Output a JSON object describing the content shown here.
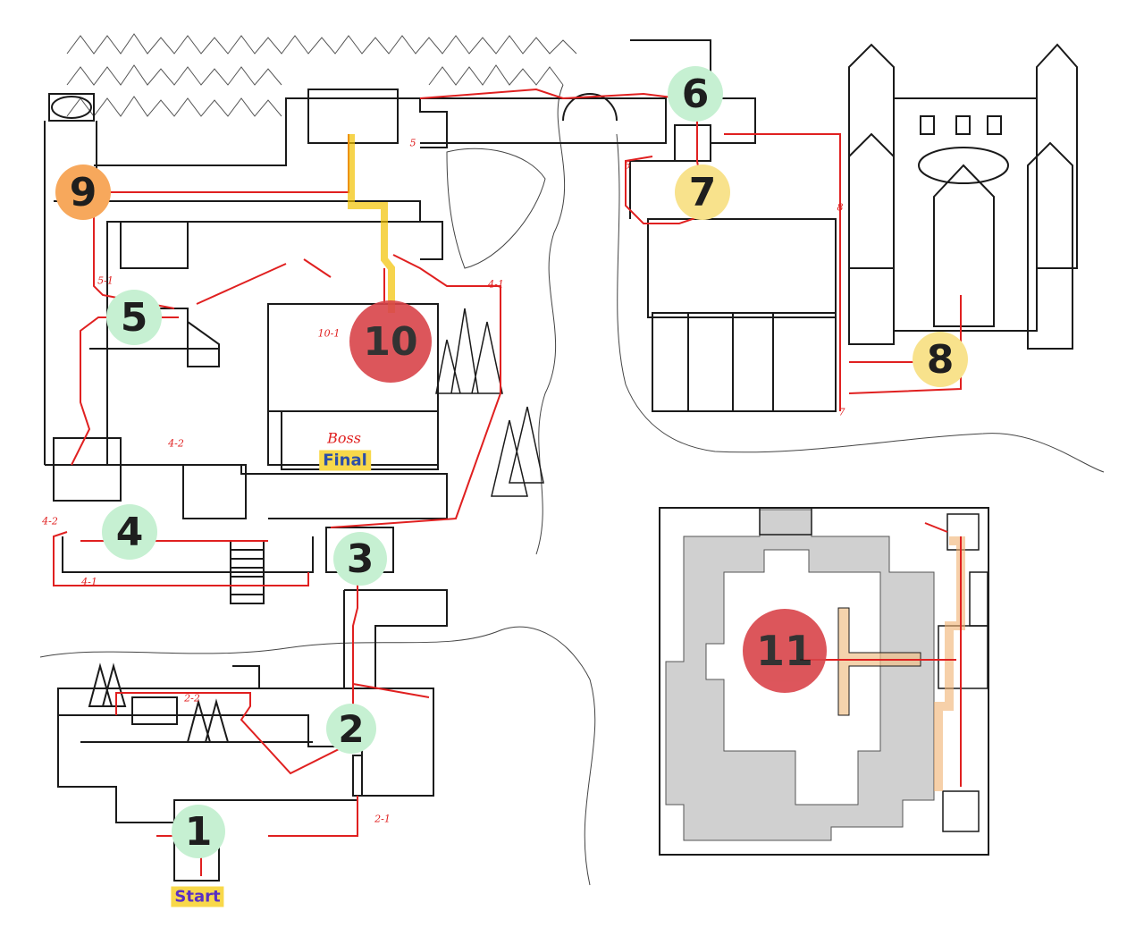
{
  "colors": {
    "ink": "#1a1a1a",
    "route": "#e02020",
    "highlight": "#f2c200",
    "green_marker": "#c6f0d2",
    "yellow_marker": "#f8e28c",
    "orange_marker": "#f7a85c",
    "red_marker": "#d9444a",
    "label_bg": "#f8d84a",
    "final_text": "#2d4fa8",
    "start_text": "#5a2fc4",
    "maze_fill": "#d0d0d0"
  },
  "markers": [
    {
      "label": "1",
      "style": "green"
    },
    {
      "label": "2",
      "style": "green"
    },
    {
      "label": "3",
      "style": "green"
    },
    {
      "label": "4",
      "style": "green"
    },
    {
      "label": "5",
      "style": "green"
    },
    {
      "label": "6",
      "style": "green"
    },
    {
      "label": "7",
      "style": "yellow"
    },
    {
      "label": "8",
      "style": "yellow"
    },
    {
      "label": "9",
      "style": "orange"
    },
    {
      "label": "10",
      "style": "red"
    },
    {
      "label": "11",
      "style": "red"
    }
  ],
  "labels": {
    "start": "Start",
    "final": "Final",
    "boss": "Boss"
  },
  "route_notes": [
    "4-1",
    "4-2",
    "5-1",
    "2-1",
    "2-2",
    "10-1",
    "4-1",
    "4-2",
    "5",
    "6",
    "7",
    "8"
  ]
}
